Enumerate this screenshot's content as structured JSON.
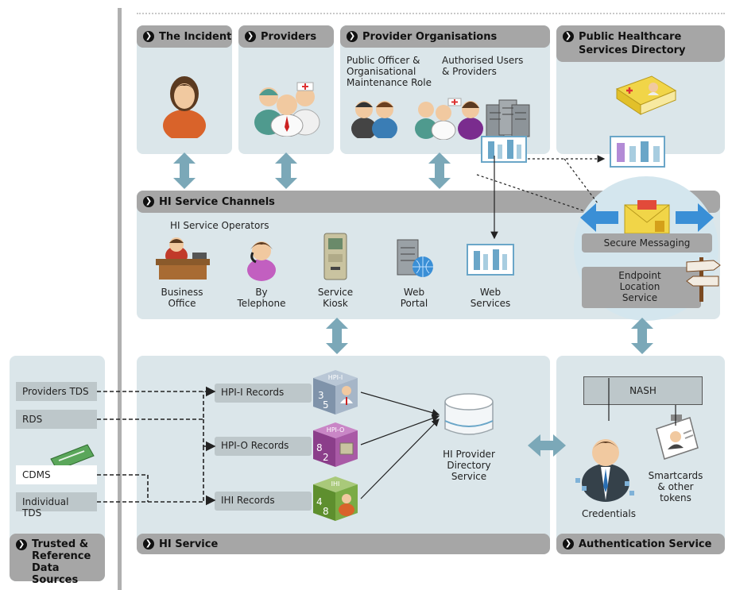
{
  "panels": {
    "incident": {
      "title": "The Incident"
    },
    "providers": {
      "title": "Providers"
    },
    "provider_orgs": {
      "title": "Provider Organisations",
      "left_label": "Public Officer & Organisational Maintenance Role",
      "left_lines": [
        "Public Officer &",
        "Organisational",
        "Maintenance Role"
      ],
      "right_lines": [
        "Authorised Users",
        "& Providers"
      ]
    },
    "directory": {
      "title_lines": [
        "Public Healthcare",
        "Services Directory"
      ]
    },
    "hi_channels": {
      "title": "HI Service Channels",
      "operators_label": "HI Service Operators",
      "channels": [
        {
          "lines": [
            "Business",
            "Office"
          ]
        },
        {
          "lines": [
            "By",
            "Telephone"
          ]
        },
        {
          "lines": [
            "Service",
            "Kiosk"
          ]
        },
        {
          "lines": [
            "Web",
            "Portal"
          ]
        },
        {
          "lines": [
            "Web",
            "Services"
          ]
        }
      ]
    },
    "secure_messaging": {
      "label": "Secure Messaging"
    },
    "endpoint": {
      "lines": [
        "Endpoint",
        "Location",
        "Service"
      ]
    },
    "hi_service": {
      "title": "HI Service",
      "records": [
        "HPI-I Records",
        "HPI-O Records",
        "IHI Records"
      ],
      "cube_labels": [
        "HPI-I",
        "HPI-O",
        "IHI"
      ],
      "directory_lines": [
        "HI Provider",
        "Directory",
        "Service"
      ]
    },
    "trusted": {
      "title_lines": [
        "Trusted &",
        "Reference",
        "Data Sources"
      ],
      "sources": [
        "Providers TDS",
        "RDS",
        "CDMS",
        "Individual TDS"
      ]
    },
    "auth": {
      "title": "Authentication Service",
      "nash": "NASH",
      "credentials": "Credentials",
      "tokens_lines": [
        "Smartcards",
        "& other",
        "tokens"
      ]
    }
  },
  "colors": {
    "panel": "#dbe6ea",
    "header": "#a6a6a6",
    "arrow": "#7ba8b8",
    "source_box": "#bdc7ca"
  }
}
